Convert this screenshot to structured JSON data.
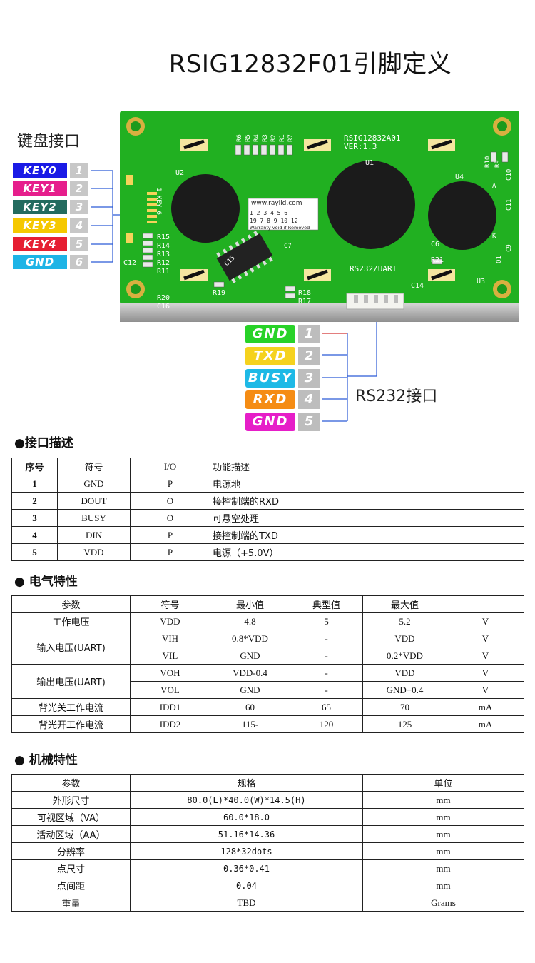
{
  "title": "RSIG12832F01引脚定义",
  "keypad": {
    "label": "键盘接口",
    "keys": [
      {
        "name": "KEY0",
        "pin": "1",
        "color": "#1a1ae6"
      },
      {
        "name": "KEY1",
        "pin": "2",
        "color": "#e61e8c"
      },
      {
        "name": "KEY2",
        "pin": "3",
        "color": "#236b5f"
      },
      {
        "name": "KEY3",
        "pin": "4",
        "color": "#f5c800"
      },
      {
        "name": "KEY4",
        "pin": "5",
        "color": "#e61e32"
      },
      {
        "name": "GND",
        "pin": "6",
        "color": "#1eb4e6"
      }
    ]
  },
  "rs232": {
    "label": "RS232接口",
    "pins": [
      {
        "name": "GND",
        "pin": "1",
        "color": "#28d228"
      },
      {
        "name": "TXD",
        "pin": "2",
        "color": "#f5d21e"
      },
      {
        "name": "BUSY",
        "pin": "3",
        "color": "#1eb9e6"
      },
      {
        "name": "RXD",
        "pin": "4",
        "color": "#f58c14"
      },
      {
        "name": "GND",
        "pin": "5",
        "color": "#e61ec8"
      }
    ]
  },
  "pcb": {
    "model": "RSIG12832A01",
    "ver": "VER:1.3",
    "site": "www.raylid.com",
    "grid_top": [
      "1",
      "2",
      "3",
      "4",
      "5",
      "6"
    ],
    "grid_bottom": [
      "19",
      "7",
      "8",
      "9",
      "10",
      "12"
    ],
    "warranty": "Warranty void if Removed",
    "uart": "RS232/UART",
    "key_header": "1 KEY 6",
    "labels": [
      "U1",
      "U2",
      "U4",
      "U3",
      "C14",
      "R21",
      "C6",
      "R15",
      "R14",
      "R13",
      "R12",
      "R11",
      "R19",
      "R20",
      "C16",
      "R18",
      "R17",
      "C12",
      "R6",
      "R5",
      "R4",
      "R3",
      "R2",
      "R1",
      "R7",
      "R10",
      "R9",
      "C10",
      "C11",
      "A",
      "K",
      "C9",
      "Q1",
      "C7",
      "C15"
    ]
  },
  "interface": {
    "heading": "●接口描述",
    "headers": [
      "序号",
      "符号",
      "I/O",
      "功能描述"
    ],
    "rows": [
      [
        "1",
        "GND",
        "P",
        "电源地"
      ],
      [
        "2",
        "DOUT",
        "O",
        "接控制端的RXD"
      ],
      [
        "3",
        "BUSY",
        "O",
        "可悬空处理"
      ],
      [
        "4",
        "DIN",
        "P",
        "接控制端的TXD"
      ],
      [
        "5",
        "VDD",
        "P",
        "电源（+5.0V）"
      ]
    ]
  },
  "electrical": {
    "heading": "● 电气特性",
    "headers": [
      "参数",
      "符号",
      "最小值",
      "典型值",
      "最大值",
      ""
    ],
    "r1": [
      "工作电压",
      "VDD",
      "4.8",
      "5",
      "5.2",
      "V"
    ],
    "in_label": "输入电压(UART)",
    "in_rows": [
      [
        "VIH",
        "0.8*VDD",
        "-",
        "VDD",
        "V"
      ],
      [
        "VIL",
        "GND",
        "-",
        "0.2*VDD",
        "V"
      ]
    ],
    "out_label": "输出电压(UART)",
    "out_rows": [
      [
        "VOH",
        "VDD-0.4",
        "-",
        "VDD",
        "V"
      ],
      [
        "VOL",
        "GND",
        "-",
        "GND+0.4",
        "V"
      ]
    ],
    "r_off": [
      "背光关工作电流",
      "IDD1",
      "60",
      "65",
      "70",
      "mA"
    ],
    "r_on": [
      "背光开工作电流",
      "IDD2",
      "115-",
      "120",
      "125",
      "mA"
    ]
  },
  "mechanical": {
    "heading": "●  机械特性",
    "headers": [
      "参数",
      "规格",
      "单位"
    ],
    "rows": [
      [
        "外形尺寸",
        "80.0(L)*40.0(W)*14.5(H)",
        "mm"
      ],
      [
        "可视区域（VA）",
        "60.0*18.0",
        "mm"
      ],
      [
        "活动区域（AA）",
        "51.16*14.36",
        "mm"
      ],
      [
        "分辨率",
        "128*32dots",
        "mm"
      ],
      [
        "点尺寸",
        "0.36*0.41",
        "mm"
      ],
      [
        "点间距",
        "0.04",
        "mm"
      ],
      [
        "重量",
        "TBD",
        "Grams"
      ]
    ]
  }
}
